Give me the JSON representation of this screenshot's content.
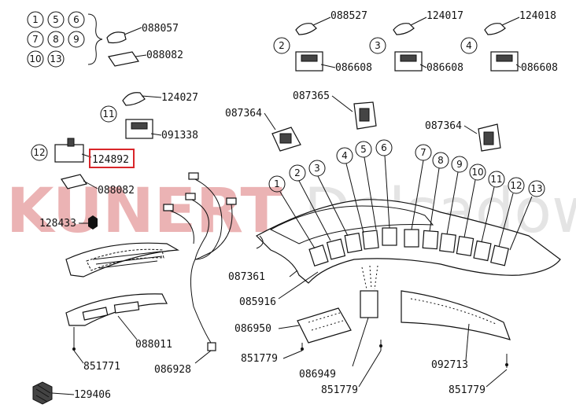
{
  "watermark": {
    "brand": "KUNERT",
    "town": "Dolsadowo"
  },
  "highlight_color": "#d9262a",
  "parts": {
    "p088057": "088057",
    "p088082a": "088082",
    "p088527": "088527",
    "p124017": "124017",
    "p124018": "124018",
    "p086608a": "086608",
    "p086608b": "086608",
    "p086608c": "086608",
    "p124027": "124027",
    "p091338": "091338",
    "p124892": "124892",
    "p088082b": "088082",
    "p087365": "087365",
    "p087364a": "087364",
    "p087364b": "087364",
    "p128433": "128433",
    "p087361": "087361",
    "p085916": "085916",
    "p086950": "086950",
    "p088011": "088011",
    "p851771": "851771",
    "p086928": "086928",
    "p851779a": "851779",
    "p086949": "086949",
    "p851779b": "851779",
    "p092713": "092713",
    "p851779c": "851779",
    "p129406": "129406"
  },
  "callouts": {
    "c1": "1",
    "c5": "5",
    "c6": "6",
    "c7": "7",
    "c8": "8",
    "c9": "9",
    "c10": "10",
    "c13": "13",
    "c2": "2",
    "c3": "3",
    "c4": "4",
    "c11": "11",
    "c12": "12",
    "r1": "1",
    "r2": "2",
    "r3": "3",
    "r4": "4",
    "r5": "5",
    "r6": "6",
    "r7": "7",
    "r8": "8",
    "r9": "9",
    "r10": "10",
    "r11": "11",
    "r12": "12",
    "r13": "13"
  }
}
